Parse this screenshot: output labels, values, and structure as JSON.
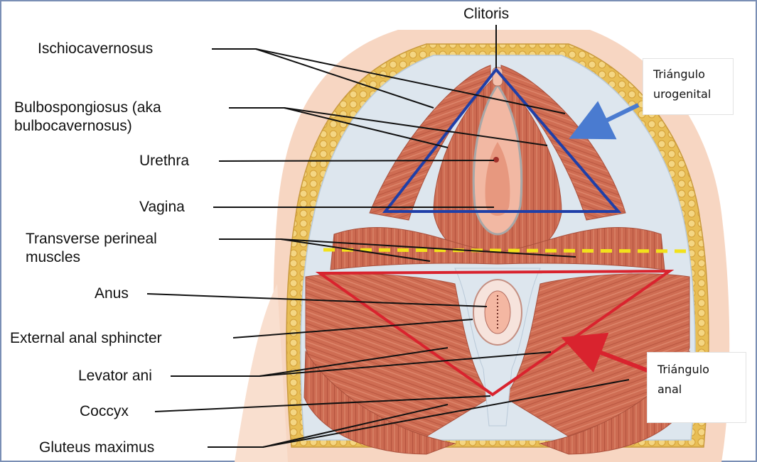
{
  "labels": {
    "clitoris": "Clitoris",
    "ischiocavernosus": "Ischiocavernosus",
    "bulbospongiosus_line1": "Bulbospongiosus (aka",
    "bulbospongiosus_line2": "bulbocavernosus)",
    "urethra": "Urethra",
    "vagina": "Vagina",
    "transverse_line1": "Transverse perineal",
    "transverse_line2": "muscles",
    "anus": "Anus",
    "external_anal_sphincter": "External anal sphincter",
    "levator_ani": "Levator ani",
    "coccyx": "Coccyx",
    "gluteus_maximus": "Gluteus maximus"
  },
  "callouts": {
    "urogenital_line1": "Triángulo",
    "urogenital_line2": "urogenital",
    "anal_line1": "Triángulo",
    "anal_line2": "anal"
  },
  "colors": {
    "urogenital_triangle": "#1f3fa8",
    "anal_triangle": "#d9232e",
    "divider_line": "#f2e11b",
    "urogenital_arrow": "#4a7bd0",
    "anal_arrow": "#d9232e",
    "muscle": "#cf6e54",
    "skin": "#f6d3bd",
    "fat": "#e9c25a"
  }
}
